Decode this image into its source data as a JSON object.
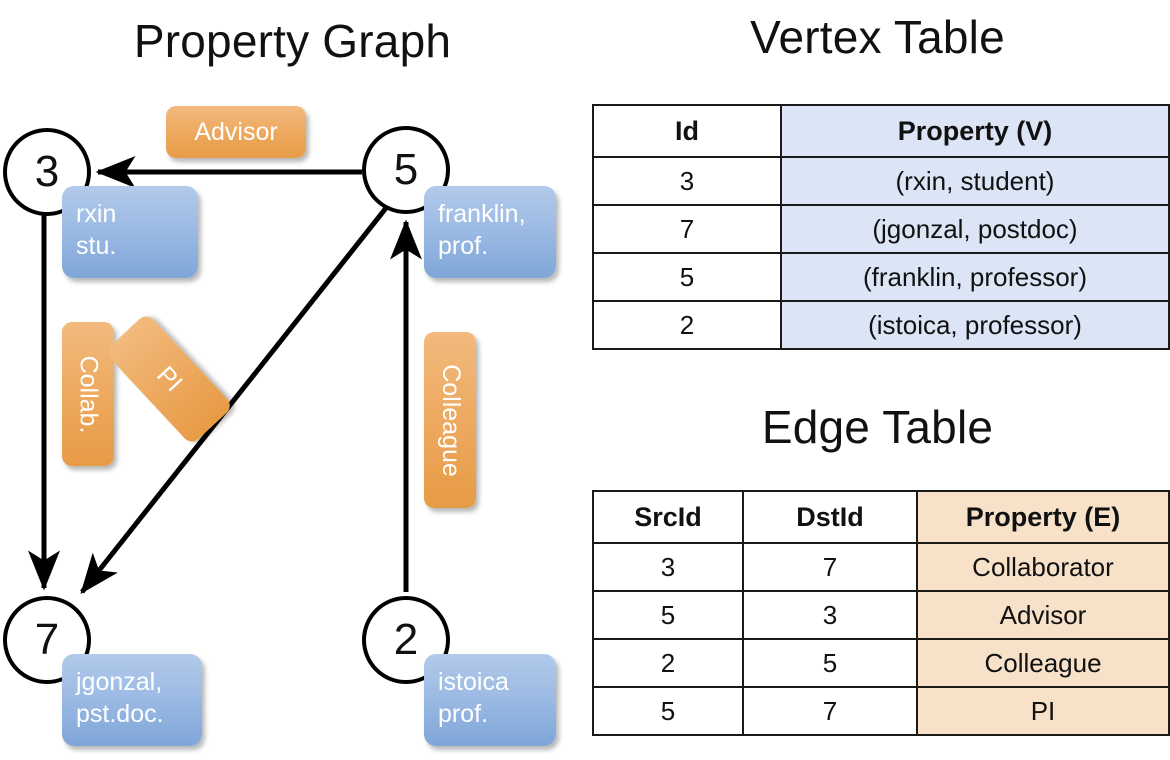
{
  "titles": {
    "property_graph": "Property Graph",
    "vertex_table": "Vertex Table",
    "edge_table": "Edge Table"
  },
  "graph": {
    "vertices": [
      {
        "id": "3",
        "property_label": "rxin\nstu."
      },
      {
        "id": "5",
        "property_label": "franklin,\nprof."
      },
      {
        "id": "7",
        "property_label": "jgonzal,\npst.doc."
      },
      {
        "id": "2",
        "property_label": "istoica\nprof."
      }
    ],
    "vertex_labels": {
      "v3": "3",
      "v5": "5",
      "v7": "7",
      "v2": "2"
    },
    "property_boxes": {
      "rxin_line1": "rxin",
      "rxin_line2": "stu.",
      "franklin_line1": "franklin,",
      "franklin_line2": "prof.",
      "jgonzal_line1": "jgonzal,",
      "jgonzal_line2": "pst.doc.",
      "istoica_line1": "istoica",
      "istoica_line2": "prof."
    },
    "edge_labels": {
      "advisor": "Advisor",
      "collab": "Collab.",
      "pi": "PI",
      "colleague": "Colleague"
    },
    "edges": [
      {
        "from": "5",
        "to": "3",
        "label": "Advisor"
      },
      {
        "from": "3",
        "to": "7",
        "label": "Collab."
      },
      {
        "from": "5",
        "to": "7",
        "label": "PI"
      },
      {
        "from": "2",
        "to": "5",
        "label": "Colleague"
      }
    ]
  },
  "vertex_table": {
    "columns": [
      "Id",
      "Property (V)"
    ],
    "rows": [
      {
        "id": "3",
        "property": "(rxin, student)"
      },
      {
        "id": "7",
        "property": "(jgonzal, postdoc)"
      },
      {
        "id": "5",
        "property": "(franklin, professor)"
      },
      {
        "id": "2",
        "property": "(istoica, professor)"
      }
    ]
  },
  "edge_table": {
    "columns": [
      "SrcId",
      "DstId",
      "Property (E)"
    ],
    "rows": [
      {
        "src": "3",
        "dst": "7",
        "property": "Collaborator"
      },
      {
        "src": "5",
        "dst": "3",
        "property": "Advisor"
      },
      {
        "src": "2",
        "dst": "5",
        "property": "Colleague"
      },
      {
        "src": "5",
        "dst": "7",
        "property": "PI"
      }
    ]
  },
  "colors": {
    "vertex_property_box": "#9dbbe4",
    "edge_label_box": "#eeab63",
    "vertex_table_property_bg": "#dbe5f5",
    "edge_table_property_bg": "#f7e1c8",
    "stroke": "#000000",
    "background": "#ffffff"
  }
}
